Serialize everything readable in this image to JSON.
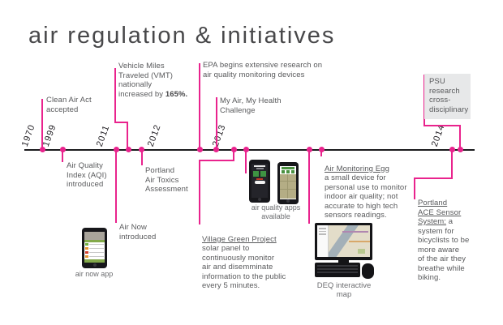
{
  "title": "air regulation & initiatives",
  "accent_color": "#e9238d",
  "timeline_color": "#1b1b1d",
  "psu_box_color": "#e7e8e9",
  "years": [
    {
      "label": "1970"
    },
    {
      "label": "1999"
    },
    {
      "label": "2011"
    },
    {
      "label": "2012"
    },
    {
      "label": "2013"
    },
    {
      "label": "2014"
    }
  ],
  "events": {
    "clean_air_act": {
      "text": "Clean Air Act\naccepted"
    },
    "aqi": {
      "text": "Air Quality\nIndex (AQI)\nintroduced"
    },
    "vmt": {
      "text": "Vehicle Miles\nTraveled (VMT)\nnationally\nincreased by ",
      "bold_text": "165%."
    },
    "air_now": {
      "text": "Air Now\nintroduced"
    },
    "portland_air_toxics": {
      "text": "Portland\nAir Toxics\nAssessment"
    },
    "epa_research": {
      "text": "EPA begins extensive research on\nair quality monitoring devices"
    },
    "my_air_my_health": {
      "text": "My Air, My Health\nChallenge"
    },
    "village_green": {
      "title": "Village Green Project",
      "text": "solar panel to\ncontinuously monitor\nair and disemminate\ninformation to the public\nevery 5 minutes."
    },
    "air_monitoring_egg": {
      "title": "Air Monitoring Egg",
      "text": "a small device for\npersonal use to monitor\nindoor air quality; not\naccurate to high tech\nsensors readings."
    },
    "portland_ace": {
      "title": "Portland\nACE Sensor\nSystem:",
      "text": " a\nsystem for\nbicyclists to be\nmore aware\nof the air they\nbreathe while\nbiking."
    },
    "psu_research": {
      "text": "PSU\nresearch\ncross-\ndisciplinary"
    }
  },
  "captions": {
    "air_now_app": "air now app",
    "air_quality_apps": "air quality apps\navailable",
    "deq_map": "DEQ interactive map"
  }
}
